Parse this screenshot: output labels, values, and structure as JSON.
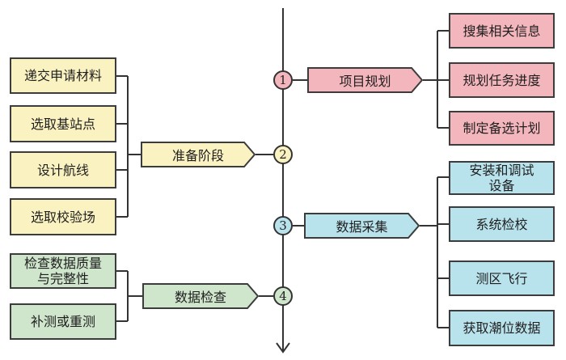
{
  "diagram": {
    "phases": [
      {
        "number": "1",
        "label": "项目规划",
        "color": "#f4b6bd",
        "side": "right",
        "tasks": [
          "搜集相关信息",
          "规划任务进度",
          "制定备选计划"
        ]
      },
      {
        "number": "2",
        "label": "准备阶段",
        "color": "#fbf2c2",
        "side": "left",
        "tasks": [
          "递交申请材料",
          "选取基站点",
          "设计航线",
          "选取校验场"
        ]
      },
      {
        "number": "3",
        "label": "数据采集",
        "color": "#b9e3ec",
        "side": "right",
        "tasks": [
          "安装和调试\n设备",
          "系统检校",
          "测区飞行",
          "获取潮位数据"
        ]
      },
      {
        "number": "4",
        "label": "数据检查",
        "color": "#cfe6cc",
        "side": "left",
        "tasks": [
          "检查数据质量\n与完整性",
          "补测或重测"
        ]
      }
    ],
    "node_colors": {
      "1": "#f4b6bd",
      "2": "#fbf2c2",
      "3": "#b9e3ec",
      "4": "#cfe6cc"
    },
    "line_color": "#333333"
  }
}
